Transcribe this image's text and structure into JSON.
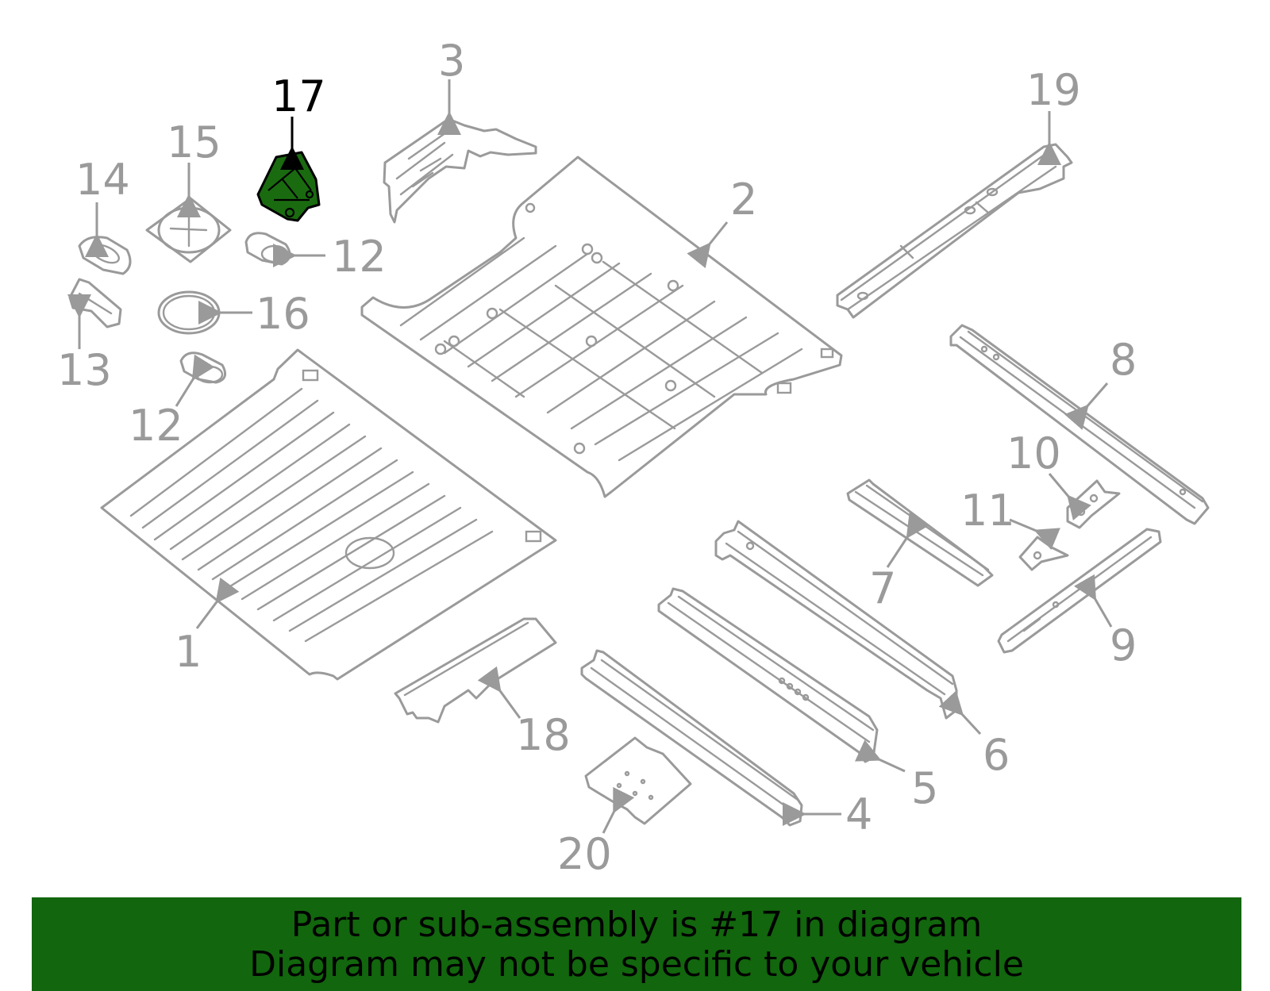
{
  "diagram": {
    "highlighted_part": "17",
    "callouts": [
      "1",
      "2",
      "3",
      "4",
      "5",
      "6",
      "7",
      "8",
      "9",
      "10",
      "11",
      "12",
      "12",
      "13",
      "14",
      "15",
      "16",
      "17",
      "18",
      "19",
      "20"
    ]
  },
  "banner": {
    "line1": "Part or sub-assembly is #17 in diagram",
    "line2": "Diagram may not be specific to your vehicle"
  },
  "colors": {
    "highlight": "#1a6b10",
    "banner": "#12660d",
    "line_art": "#9a9a9a"
  }
}
